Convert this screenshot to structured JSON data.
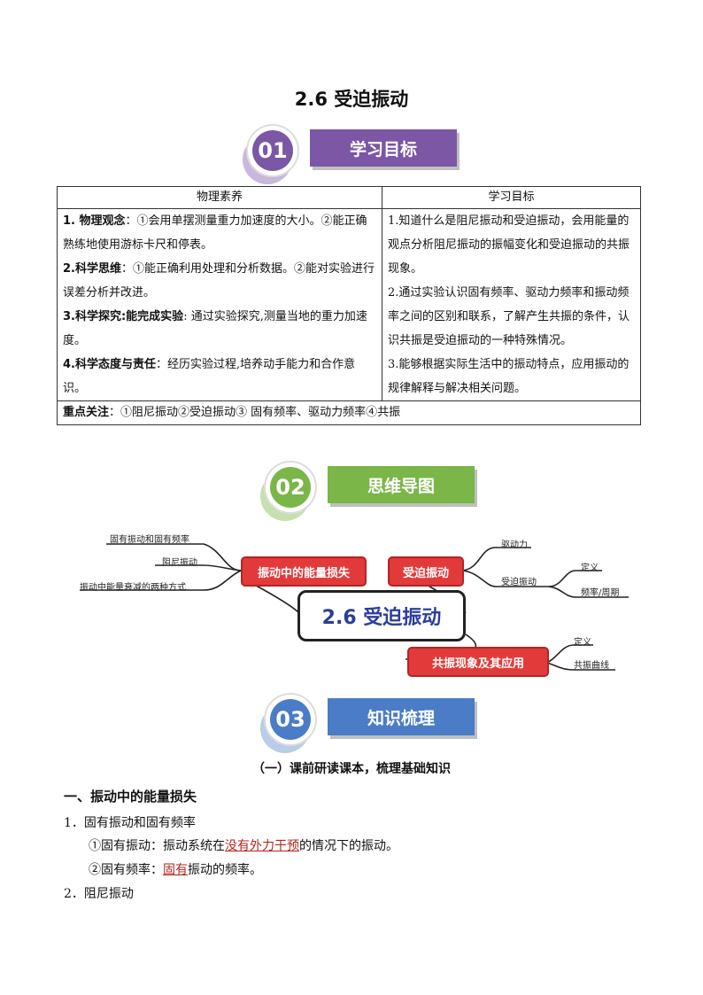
{
  "title": "2.6  受迫振动",
  "sections": [
    {
      "num": "01",
      "label": "学习目标",
      "color": "#7b57a6"
    },
    {
      "num": "02",
      "label": "思维导图",
      "color": "#7ab648"
    },
    {
      "num": "03",
      "label": "知识梳理",
      "color": "#4a7cc7"
    }
  ],
  "table": {
    "headers": [
      "物理素养",
      "学习目标"
    ],
    "left": [
      {
        "bold": "1. 物理观念",
        "text": "：①会用单摆测量重力加速度的大小。②能正确熟练地使用游标卡尺和停表。"
      },
      {
        "bold": "2.科学思维",
        "text": "：①能正确利用处理和分析数据。②能对实验进行误差分析并改进。"
      },
      {
        "bold": "3.科学探究:能完成实验",
        "text": ": 通过实验探究,测量当地的重力加速度。"
      },
      {
        "bold": "4.科学态度与责任",
        "text": "：经历实验过程,培养动手能力和合作意识。"
      }
    ],
    "right": [
      "1.知道什么是阻尼振动和受迫振动，会用能量的观点分析阻尼振动的振幅变化和受迫振动的共振现象。",
      "2.通过实验认识固有频率、驱动力频率和振动频率之间的区别和联系，了解产生共振的条件，认识共振是受迫振动的一种特殊情况。",
      "3.能够根据实际生活中的振动特点，应用振动的规律解释与解决相关问题。"
    ],
    "focus_label": "重点关注",
    "focus_text": "：①阻尼振动②受迫振动③  固有频率、驱动力频率④共振"
  },
  "mindmap": {
    "center": "2.6 受迫振动",
    "branch_left": "振动中的能量损失",
    "branch_right": "受迫振动",
    "branch_bottom": "共振现象及其应用",
    "left_leaves": [
      "固有振动和固有频率",
      "阻尼振动",
      "振动中能量衰减的两种方式"
    ],
    "right_leaves": [
      "驱动力",
      "受迫振动"
    ],
    "right_sub": [
      "定义",
      "频率/周期"
    ],
    "bottom_leaves": [
      "定义",
      "共振曲线"
    ]
  },
  "knowledge": {
    "subheading": "（一）课前研读课本，梳理基础知识",
    "section1": "一、振动中的能量损失",
    "item1": "1．固有振动和固有频率",
    "l1_prefix": "①固有振动：振动系统在",
    "l1_blank": "没有外力干预",
    "l1_suffix": "的情况下的振动。",
    "l2_prefix": "②固有频率：",
    "l2_blank": "固有",
    "l2_suffix": "振动的频率。",
    "item2": "2．阻尼振动"
  }
}
